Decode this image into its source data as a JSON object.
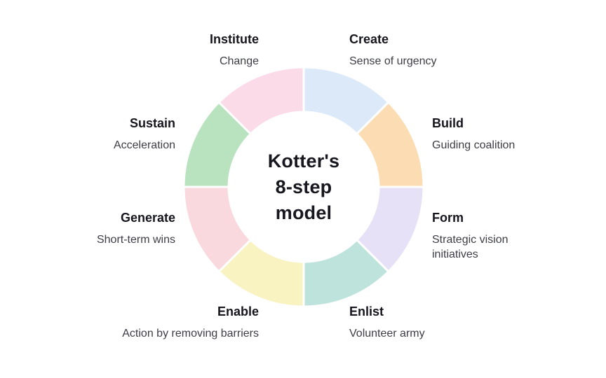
{
  "center": {
    "title_lines": [
      "Kotter's",
      "8-step",
      "model"
    ]
  },
  "steps": [
    {
      "name": "Create",
      "description": "Sense of urgency",
      "color": "#dbe9f9"
    },
    {
      "name": "Build",
      "description": "Guiding coalition",
      "color": "#fcdcb3"
    },
    {
      "name": "Form",
      "description": "Strategic vision initiatives",
      "color": "#e7e1f8"
    },
    {
      "name": "Enlist",
      "description": "Volunteer army",
      "color": "#bee3dd"
    },
    {
      "name": "Enable",
      "description": "Action by removing barriers",
      "color": "#f9f3c2"
    },
    {
      "name": "Generate",
      "description": "Short-term wins",
      "color": "#f9d8de"
    },
    {
      "name": "Sustain",
      "description": "Acceleration",
      "color": "#b9e3bf"
    },
    {
      "name": "Institute",
      "description": "Change",
      "color": "#fcdbe9"
    }
  ],
  "donut": {
    "start_angle_deg": -90,
    "segment_sweep_deg": 45,
    "gap_color": "#ffffff",
    "outer_radius": 171,
    "inner_radius": 107
  }
}
